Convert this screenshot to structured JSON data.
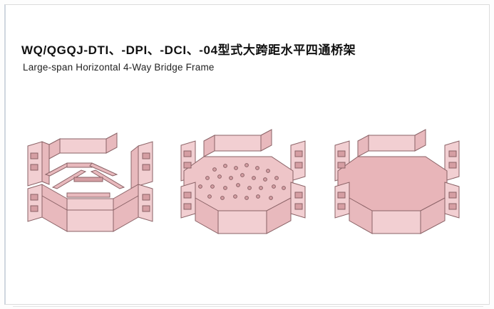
{
  "product": {
    "title": "WQ/QGQJ-DTI、-DPI、-DCI、-04型式大跨距水平四通桥架",
    "subtitle": "Large-span Horizontal 4-Way Bridge Frame"
  },
  "figures": [
    {
      "type": "ladder",
      "icon": "ladder-tray-4way-icon"
    },
    {
      "type": "perforated",
      "icon": "perforated-tray-4way-icon"
    },
    {
      "type": "solid",
      "icon": "solid-tray-4way-icon"
    }
  ],
  "colors": {
    "fill": "#e8b9bd",
    "fill_light": "#f2cfd2",
    "fill_dark": "#d59ea3",
    "stroke": "#8a6266"
  }
}
